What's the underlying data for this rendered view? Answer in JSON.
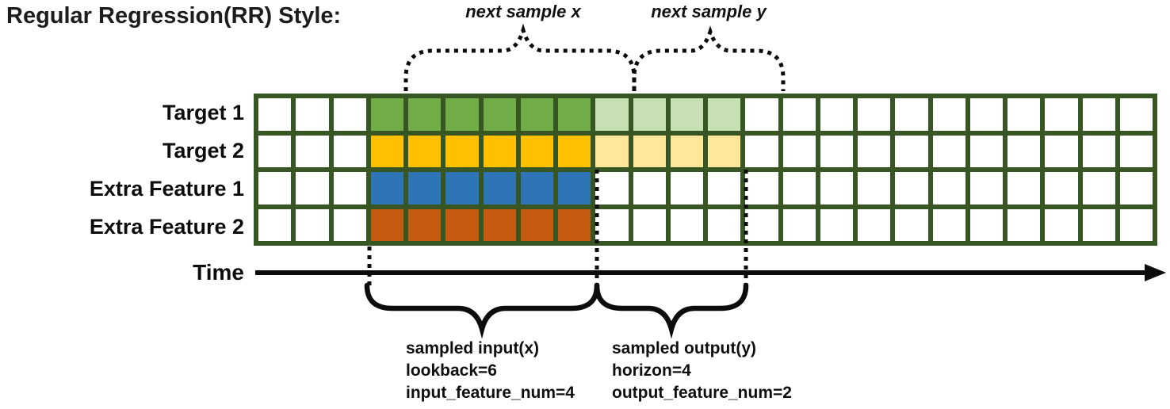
{
  "title": "Regular Regression(RR) Style:",
  "colors": {
    "grid_border": "#375623",
    "target1_input": "#70AD47",
    "target1_output": "#C6E0B4",
    "target2_input": "#FFC000",
    "target2_output": "#FFE699",
    "extra1_input": "#2E75B6",
    "extra2_input": "#C55A11",
    "line_black": "#0c0c0c"
  },
  "grid": {
    "columns": 24,
    "input_start": 3,
    "input_len": 6,
    "output_start": 9,
    "output_len": 4,
    "rows": [
      {
        "label": "Target 1",
        "input_color": "#70AD47",
        "output_color": "#C6E0B4"
      },
      {
        "label": "Target 2",
        "input_color": "#FFC000",
        "output_color": "#FFE699"
      },
      {
        "label": "Extra Feature 1",
        "input_color": "#2E75B6",
        "output_color": null
      },
      {
        "label": "Extra Feature 2",
        "input_color": "#C55A11",
        "output_color": null
      }
    ]
  },
  "annotations": {
    "next_sample_x": "next sample x",
    "next_sample_y": "next sample y",
    "time_label": "Time",
    "input_block": {
      "line1": "sampled input(x)",
      "line2": "lookback=6",
      "line3": "input_feature_num=4"
    },
    "output_block": {
      "line1": "sampled output(y)",
      "line2": "horizon=4",
      "line3": "output_feature_num=2"
    }
  }
}
